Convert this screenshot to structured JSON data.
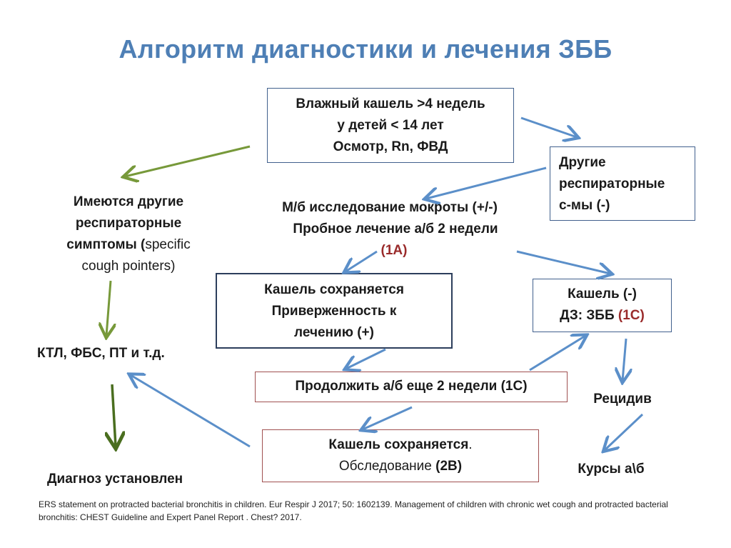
{
  "title": "Алгоритм  диагностики и лечения ЗББ",
  "start_box": {
    "line1": "Влажный кашель >4 недель",
    "line2": "у детей < 14 лет",
    "line3": "Осмотр, Rn, ФВД"
  },
  "other_resp_box": {
    "line1": "Другие",
    "line2": "респираторные",
    "line3": "с-мы (-)"
  },
  "left_branch": {
    "line1": "Имеются другие",
    "line2": "респираторные",
    "line3_bold": "симптомы (",
    "line3_normal": "specific",
    "line4": "cough pointers)"
  },
  "left_tests": "КТЛ, ФБС, ПТ и т.д.",
  "diagnosis": "Диагноз установлен",
  "sputum": {
    "line1": "М/б исследование мокроты (+/-)",
    "line2": "Пробное лечение а/б  2 недели",
    "grade": "(1А)"
  },
  "cough_persists_box": {
    "line1": "Кашель сохраняется",
    "line2": "Приверженность к",
    "line3": "лечению (+)"
  },
  "cough_neg_box": {
    "line1": "Кашель (-)",
    "line2_prefix": "ДЗ: ЗББ ",
    "grade": "(1С)"
  },
  "continue_box": "Продолжить а/б еще  2 недели (1С)",
  "relapse": "Рецидив",
  "courses": "Курсы  а\\б",
  "exam_box": {
    "line1_bold": "Кашель сохраняется",
    "line1_dot": ".",
    "line2_normal": "Обследование ",
    "line2_bold": "(2В)"
  },
  "references": "ERS statement on protracted bacterial bronchitis in children. Eur Respir J 2017; 50: 1602139. Management of children with chronic wet cough and protracted bacterial bronchitis: CHEST Guideline and Expert Panel Report . Chest? 2017.",
  "colors": {
    "title": "#4e7fb5",
    "blue_arrow": "#5b8fc9",
    "green_arrow": "#77993a",
    "dark_green_arrow": "#4a6e1f",
    "grade_red": "#9a2b2b",
    "box_border_blue": "#41608d",
    "box_border_red": "#a05050"
  }
}
